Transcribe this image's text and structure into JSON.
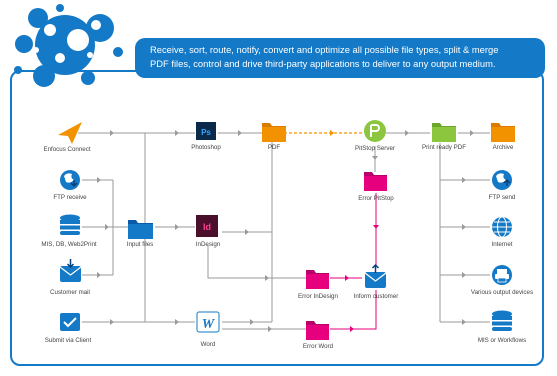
{
  "banner": {
    "line1": "Receive, sort, route, notify, convert and optimize all possible file types, split & merge",
    "line2": "PDF files, control and drive third-party applications to deliver to any output medium."
  },
  "colors": {
    "blue": "#1479c6",
    "orange": "#f39200",
    "pink": "#e6007e",
    "green": "#8cc63f",
    "navy": "#0a3f7d",
    "line": "#9a9a9a"
  },
  "nodes": {
    "enfocus_connect": {
      "label": "Enfocus Connect",
      "icon": "paper-plane-icon"
    },
    "ftp_receive": {
      "label": "FTP receive",
      "icon": "globe-download-icon"
    },
    "mis_db_web2print": {
      "label": "MIS, DB, Web2Print",
      "icon": "database-icon"
    },
    "customer_mail": {
      "label": "Customer mail",
      "icon": "mail-download-icon"
    },
    "submit_via_client": {
      "label": "Submit via Client",
      "icon": "checkbox-icon"
    },
    "input_files": {
      "label": "Input files",
      "icon": "folder-icon"
    },
    "photoshop": {
      "label": "Photoshop",
      "icon": "photoshop-icon",
      "glyph": "Ps"
    },
    "indesign": {
      "label": "InDesign",
      "icon": "indesign-icon",
      "glyph": "Id"
    },
    "word": {
      "label": "Word",
      "icon": "word-icon",
      "glyph": "W"
    },
    "pdf": {
      "label": "PDF",
      "icon": "folder-icon"
    },
    "pitstop_server": {
      "label": "PitStop Server",
      "icon": "pitstop-icon"
    },
    "error_pitstop": {
      "label": "Error PitStop",
      "icon": "folder-icon"
    },
    "error_indesign": {
      "label": "Error InDesign",
      "icon": "folder-icon"
    },
    "inform_customer": {
      "label": "Inform customer",
      "icon": "mail-upload-icon"
    },
    "error_word": {
      "label": "Error Word",
      "icon": "folder-icon"
    },
    "print_ready_pdf": {
      "label": "Print ready PDF",
      "icon": "folder-icon"
    },
    "archive": {
      "label": "Archive",
      "icon": "folder-icon"
    },
    "ftp_send": {
      "label": "FTP send",
      "icon": "globe-upload-icon"
    },
    "internet": {
      "label": "Internet",
      "icon": "internet-globe-icon"
    },
    "various_output_devices": {
      "label": "Various output devices",
      "icon": "printer-icon"
    },
    "mis_or_workflows": {
      "label": "MIS or Workflows",
      "icon": "database-icon"
    }
  }
}
